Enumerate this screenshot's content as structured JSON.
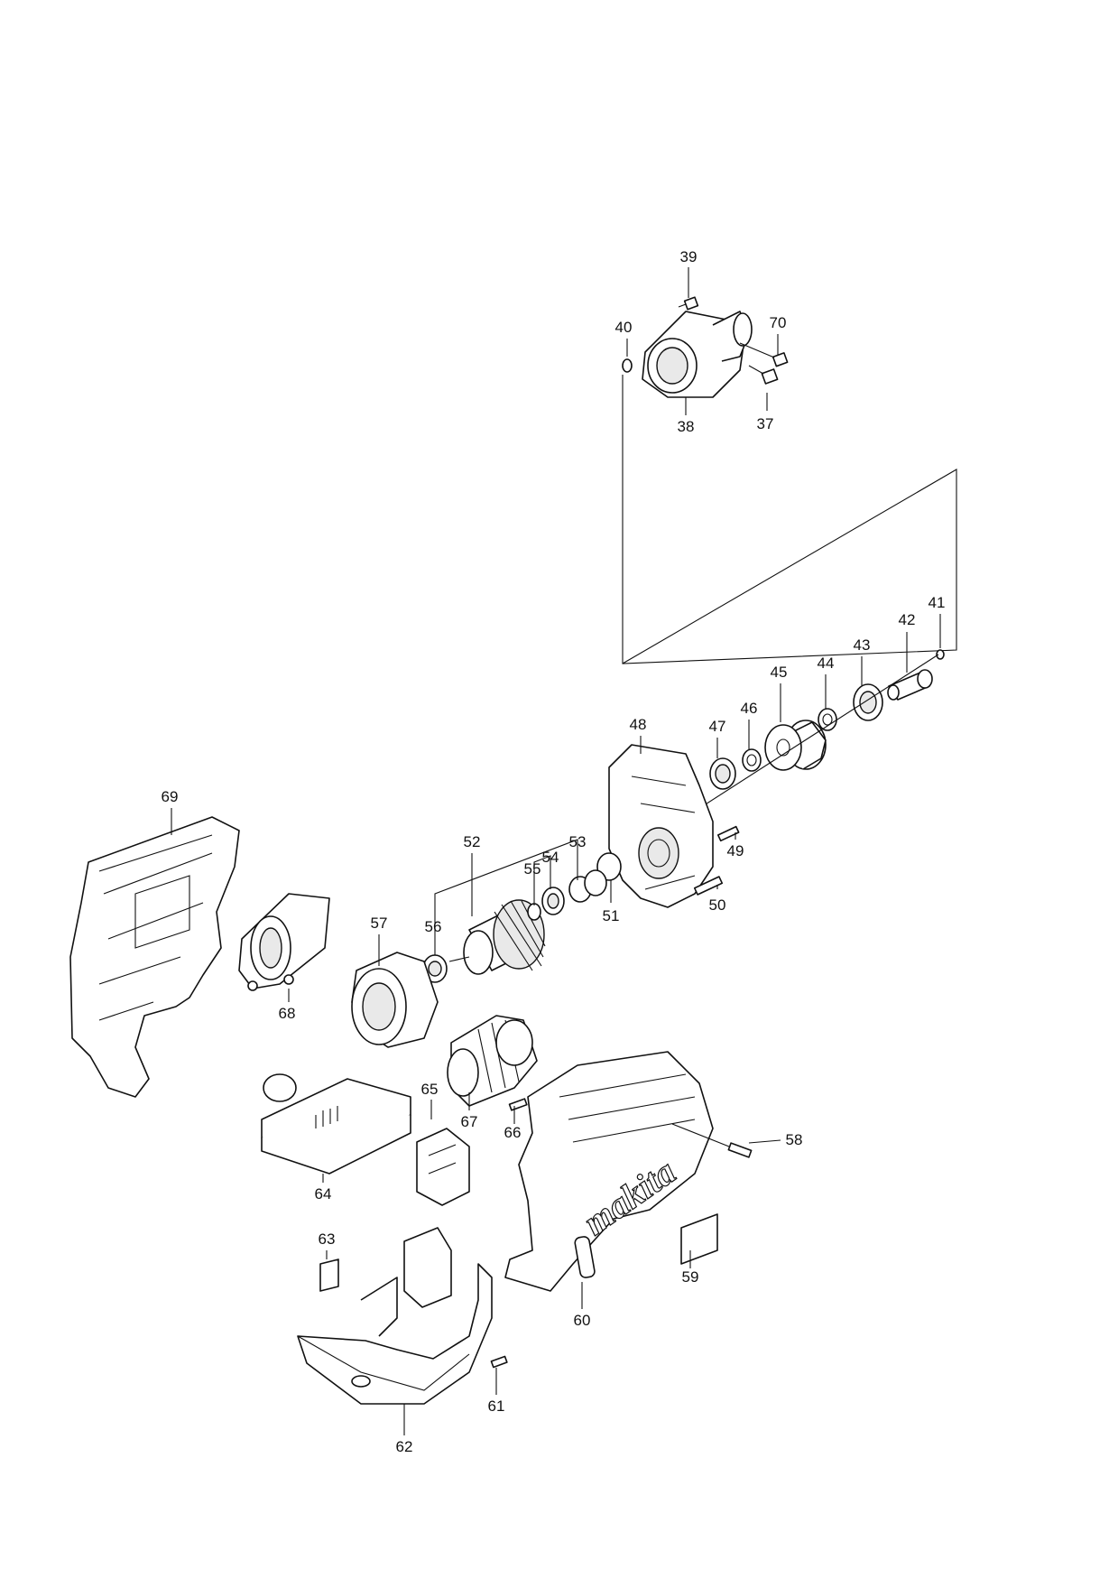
{
  "callouts": [
    {
      "id": "39"
    },
    {
      "id": "40"
    },
    {
      "id": "70"
    },
    {
      "id": "37"
    },
    {
      "id": "38"
    },
    {
      "id": "41"
    },
    {
      "id": "42"
    },
    {
      "id": "43"
    },
    {
      "id": "44"
    },
    {
      "id": "45"
    },
    {
      "id": "46"
    },
    {
      "id": "47"
    },
    {
      "id": "48"
    },
    {
      "id": "49"
    },
    {
      "id": "50"
    },
    {
      "id": "51"
    },
    {
      "id": "52"
    },
    {
      "id": "53"
    },
    {
      "id": "54"
    },
    {
      "id": "55"
    },
    {
      "id": "56"
    },
    {
      "id": "57"
    },
    {
      "id": "58"
    },
    {
      "id": "59"
    },
    {
      "id": "60"
    },
    {
      "id": "61"
    },
    {
      "id": "62"
    },
    {
      "id": "63"
    },
    {
      "id": "64"
    },
    {
      "id": "65"
    },
    {
      "id": "66"
    },
    {
      "id": "67"
    },
    {
      "id": "68"
    },
    {
      "id": "69"
    }
  ],
  "housing_logo": "makita",
  "colors": {
    "ink": "#111111",
    "paper": "#ffffff",
    "shade": "#e9e9e9"
  }
}
